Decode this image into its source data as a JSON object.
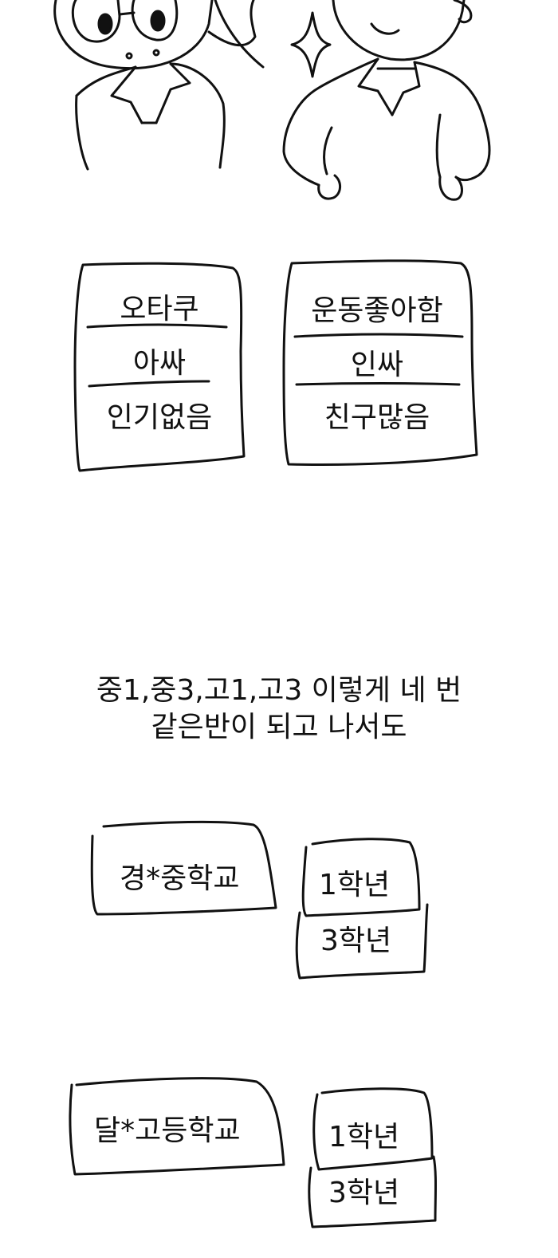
{
  "panel_top": {
    "card_left": [
      "오타쿠",
      "아싸",
      "인기없음"
    ],
    "card_right": [
      "운동좋아함",
      "인싸",
      "친구많음"
    ]
  },
  "caption": {
    "line1": "중1,중3,고1,고3 이렇게 네 번",
    "line2": "같은반이 되고 나서도"
  },
  "school_middle": {
    "name": "경*중학교",
    "grades": [
      "1학년",
      "3학년"
    ]
  },
  "school_high": {
    "name": "달*고등학교",
    "grades": [
      "1학년",
      "3학년"
    ]
  }
}
